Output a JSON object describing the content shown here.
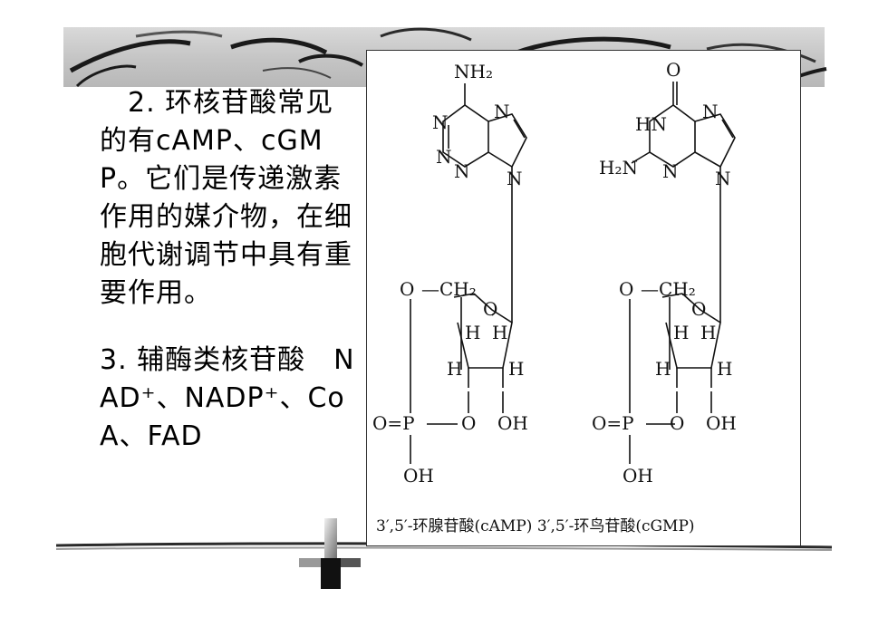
{
  "slide": {
    "paragraph_1": "　2. 环核苷酸常见的有cAMP、cGMP。它们是传递激素作用的媒介物，在细胞代谢调节中具有重要作用。",
    "paragraph_2": "3. 辅酶类核苷酸　NAD⁺、NADP⁺、CoA、FAD"
  },
  "figure": {
    "adenine_amino": "NH₂",
    "guanine_oxo": "O",
    "captions": [
      "3′,5′-环腺苷酸(cAMP)",
      "3′,5′-环鸟苷酸(cGMP)"
    ]
  }
}
